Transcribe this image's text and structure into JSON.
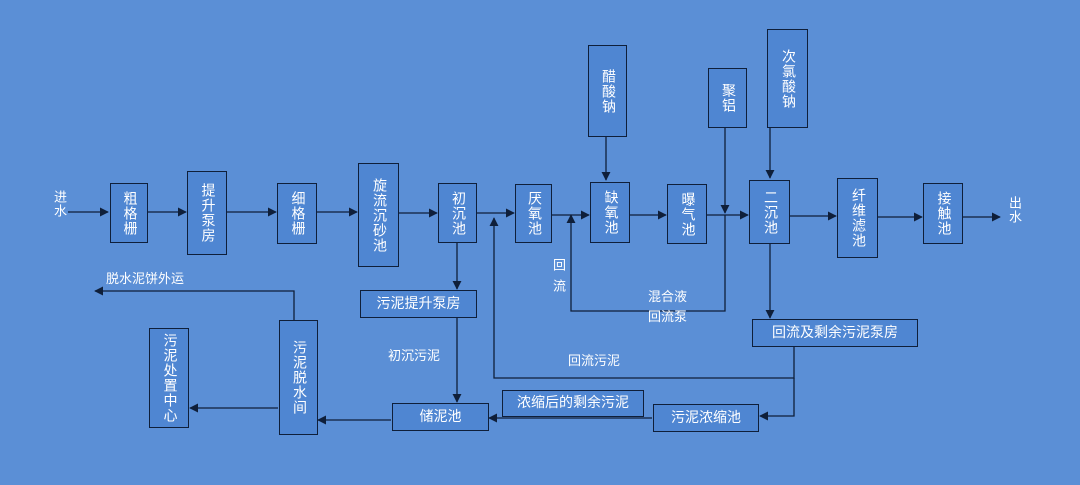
{
  "labels": {
    "inlet": "进水",
    "outlet": "出水",
    "cake_out": "脱水泥饼外运",
    "return_flow": "回流",
    "mixed_liquor_pump_1": "混合液",
    "mixed_liquor_pump_2": "回流泵",
    "primary_sludge": "初沉污泥",
    "return_sludge": "回流污泥"
  },
  "units": {
    "coarse_screen": "粗格栅",
    "lift_pump": "提升泵房",
    "fine_screen": "细格栅",
    "vortex_grit": "旋流沉砂池",
    "primary_clarifier": "初沉池",
    "anaerobic": "厌氧池",
    "anoxic": "缺氧池",
    "aeration": "曝气池",
    "secondary_clarifier": "二沉池",
    "fiber_filter": "纤维滤池",
    "contact_tank": "接触池",
    "acetate": "醋酸钠",
    "pac": "聚铝",
    "hypochlorite": "次氯酸钠",
    "sludge_lift_pump": "污泥提升泵房",
    "return_excess_pump": "回流及剩余污泥泵房",
    "sludge_storage": "储泥池",
    "thickened_remainder": "浓缩后的剩余污泥",
    "sludge_thickener": "污泥浓缩池",
    "dewatering": "污泥脱水间",
    "disposal_center": "污泥处置中心"
  },
  "colors": {
    "background": "#5b8fd6",
    "box_fill": "#4f86d2",
    "stroke": "#0f1f3a",
    "text": "#ffffff"
  }
}
